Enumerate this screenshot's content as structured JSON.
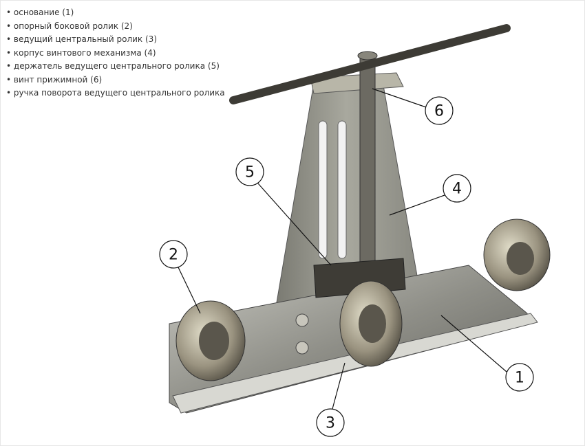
{
  "legend": [
    "основание (1)",
    "опорный боковой ролик (2)",
    "ведущий центральный ролик (3)",
    "корпус винтового механизма (4)",
    "держатель ведущего центрального ролика (5)",
    "винт прижимной (6)",
    "ручка поворота ведущего центрального ролика"
  ],
  "callouts": {
    "c1": "1",
    "c2": "2",
    "c3": "3",
    "c4": "4",
    "c5": "5",
    "c6": "6"
  }
}
